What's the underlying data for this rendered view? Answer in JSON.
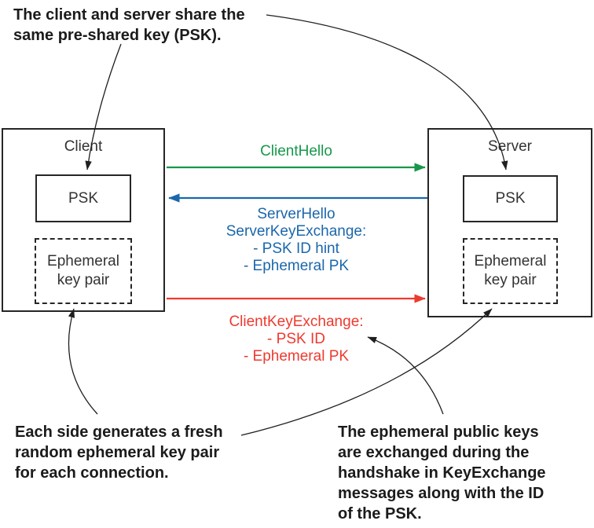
{
  "colors": {
    "green": "#17984a",
    "blue": "#1b67ab",
    "red": "#ee3a2e",
    "line": "#1f1f1f"
  },
  "annotations": {
    "psk_shared": "The client and server share the\nsame pre-shared key (PSK).",
    "ephemeral_fresh": "Each side generates a fresh\nrandom ephemeral key pair\nfor each connection.",
    "ephemeral_exchanged": "The ephemeral public keys\nare exchanged during the\nhandshake in KeyExchange\nmessages along with the ID\nof the PSK."
  },
  "client": {
    "title": "Client",
    "psk_label": "PSK",
    "ephemeral_label": "Ephemeral\nkey pair"
  },
  "server": {
    "title": "Server",
    "psk_label": "PSK",
    "ephemeral_label": "Ephemeral\nkey pair"
  },
  "messages": {
    "client_hello": {
      "label": "ClientHello",
      "direction": "client-to-server"
    },
    "server_hello": {
      "label": "ServerHello\nServerKeyExchange:\n- PSK ID hint\n- Ephemeral PK",
      "direction": "server-to-client"
    },
    "client_key_exchange": {
      "label": "ClientKeyExchange:\n- PSK ID\n- Ephemeral PK",
      "direction": "client-to-server"
    }
  }
}
